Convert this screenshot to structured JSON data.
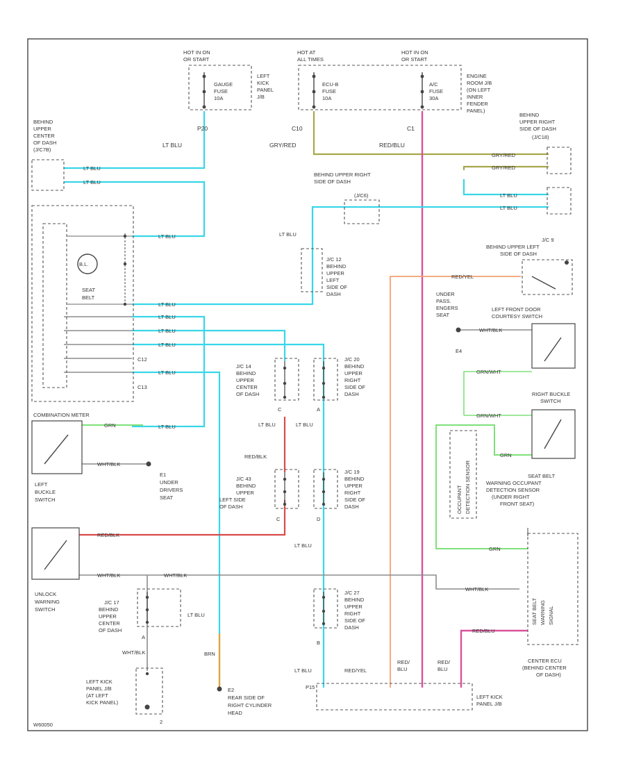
{
  "wire_colors": {
    "lt_blu": "#38d6e8",
    "gry_red": "#a6a64a",
    "red_blu": "#d9509a",
    "red_yel": "#f4a070",
    "grn": "#7ee07a",
    "red_blk": "#d94a4a",
    "brn": "#d9a640",
    "wht_blk": "#8c8c8c"
  },
  "fuses": {
    "gauge": {
      "hot": [
        "HOT IN ON",
        "OR START"
      ],
      "name": [
        "GAUGE",
        "FUSE",
        "10A"
      ],
      "location": [
        "LEFT",
        "KICK",
        "PANEL",
        "J/B"
      ]
    },
    "ecu_b": {
      "hot": [
        "HOT AT",
        "ALL TIMES"
      ],
      "name": [
        "ECU-B",
        "FUSE",
        "10A"
      ]
    },
    "ac": {
      "hot": [
        "HOT IN ON",
        "OR START"
      ],
      "name": [
        "A/C",
        "FUSE",
        "30A"
      ],
      "location": [
        "ENGINE",
        "ROOM J/B",
        "(ON LEFT",
        "INNER",
        "FENDER",
        "PANEL)"
      ]
    }
  },
  "connectors": {
    "p20": "P20",
    "c10": "C10",
    "c1": "C1",
    "c12": "C12",
    "c13": "C13",
    "p15": "P15"
  },
  "wires": {
    "lt_blu": "LT BLU",
    "gry_red": "GRY/RED",
    "red_blu": "RED/BLU",
    "red_blk": "RED/BLK",
    "red_yel": "RED/YEL",
    "grn": "GRN",
    "wht_blk": "WHT/BLK",
    "grn_wht": "GRN/WHT",
    "brn": "BRN",
    "red_blu_stack": [
      "RED/",
      "BLU"
    ]
  },
  "components": {
    "jc_center_left": [
      "BEHIND",
      "UPPER",
      "CENTER",
      "OF DASH",
      "(J/C7B)"
    ],
    "combination_meter": "COMBINATION METER",
    "seat_belt": [
      "SEAT",
      "BELT"
    ],
    "jc_upper_right_side": [
      "BEHIND UPPER RIGHT",
      "SIDE OF DASH"
    ],
    "jc_upper_right_side2": [
      "BEHIND",
      "UPPER RIGHT",
      "SIDE OF DASH"
    ],
    "jc_upper": "(J/C6)",
    "jc_right2": "(J/C18)",
    "jc12": [
      "J/C 12",
      "BEHIND",
      "UPPER",
      "LEFT",
      "SIDE OF",
      "DASH"
    ],
    "jc9": [
      "J/C 9",
      "BEHIND UPPER LEFT",
      "SIDE OF DASH"
    ],
    "jc14": [
      "J/C 14",
      "BEHIND",
      "UPPER",
      "CENTER",
      "OF DASH"
    ],
    "jc20": [
      "J/C 20",
      "BEHIND",
      "UPPER",
      "RIGHT",
      "SIDE OF",
      "DASH"
    ],
    "jc43": [
      "J/C 43",
      "BEHIND",
      "UPPER",
      "LEFT SIDE",
      "OF DASH"
    ],
    "jc19": [
      "J/C 19",
      "BEHIND",
      "UPPER",
      "RIGHT",
      "SIDE OF",
      "DASH"
    ],
    "jc27": [
      "J/C 27",
      "BEHIND",
      "UPPER",
      "RIGHT",
      "SIDE OF",
      "DASH"
    ],
    "jc17": [
      "J/C 17",
      "BEHIND",
      "UPPER",
      "CENTER",
      "OF DASH"
    ],
    "left_buckle_switch": [
      "LEFT",
      "BUCKLE",
      "SWITCH"
    ],
    "unlock_warning_switch": [
      "UNLOCK",
      "WARNING",
      "SWITCH"
    ],
    "ground_e1": [
      "E1",
      "UNDER",
      "DRIVERS",
      "SEAT"
    ],
    "ground_e2": [
      "E2",
      "REAR SIDE OF",
      "RIGHT CYLINDER",
      "HEAD"
    ],
    "ground_e4": [
      "UNDER",
      "PASS.",
      "ENGERS",
      "SEAT"
    ],
    "e4_code": "E4",
    "left_front_door": [
      "LEFT FRONT DOOR",
      "COURTESY SWITCH"
    ],
    "right_buckle": [
      "RIGHT BUCKLE",
      "SWITCH"
    ],
    "occupant_sensor": [
      "SEAT BELT",
      "WARNING OCCUPANT",
      "DETECTION SENSOR",
      "(UNDER RIGHT",
      "FRONT SEAT)"
    ],
    "occ_vertical": [
      "OCCUPANT",
      "DETECTION SENSOR"
    ],
    "center_ecu": [
      "CENTER ECU",
      "(BEHIND CENTER",
      "OF DASH)"
    ],
    "center_ecu_vertical": [
      "SEAT BELT",
      "WARNING",
      "SIGNAL"
    ],
    "left_kick_jb_bottom": [
      "LEFT KICK",
      "PANEL J/B"
    ],
    "left_kick_jb_left": [
      "LEFT KICK",
      "PANEL J/B",
      "(AT LEFT",
      "KICK PANEL)"
    ]
  },
  "pins": {
    "a": "A",
    "b": "B",
    "c": "C",
    "d": "D",
    "two": "2"
  },
  "footer_code": "W60050"
}
